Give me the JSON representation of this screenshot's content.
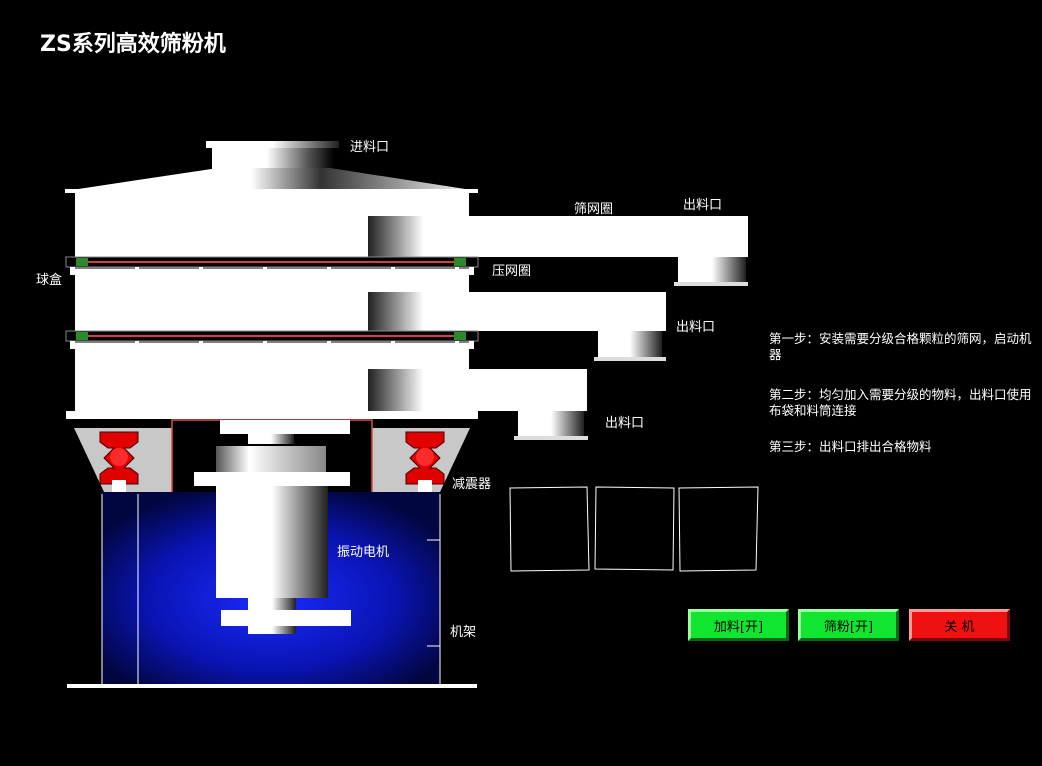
{
  "title": "ZS系列高效筛粉机",
  "labels": {
    "inlet": "进料口",
    "screen_ring": "筛网圈",
    "outlet_1": "出料口",
    "press_ring": "压网圈",
    "ball_box": "球盒",
    "outlet_2": "出料口",
    "outlet_3": "出料口",
    "damper": "减震器",
    "motor": "振动电机",
    "frame": "机架"
  },
  "steps": [
    "第一步：安装需要分级合格颗粒的筛网，启动机器",
    "第二步：均匀加入需要分级的物料，出料口使用布袋和料筒连接",
    "第三步：出料口排出合格物料"
  ],
  "buttons": {
    "feed": "加料[开]",
    "sieve": "筛粉[开]",
    "stop": "关 机"
  },
  "colors": {
    "background": "#000000",
    "button_on": "#10e630",
    "button_off": "#f01010",
    "frame_blue": "#0a18c8",
    "damper_red": "#e00000"
  }
}
